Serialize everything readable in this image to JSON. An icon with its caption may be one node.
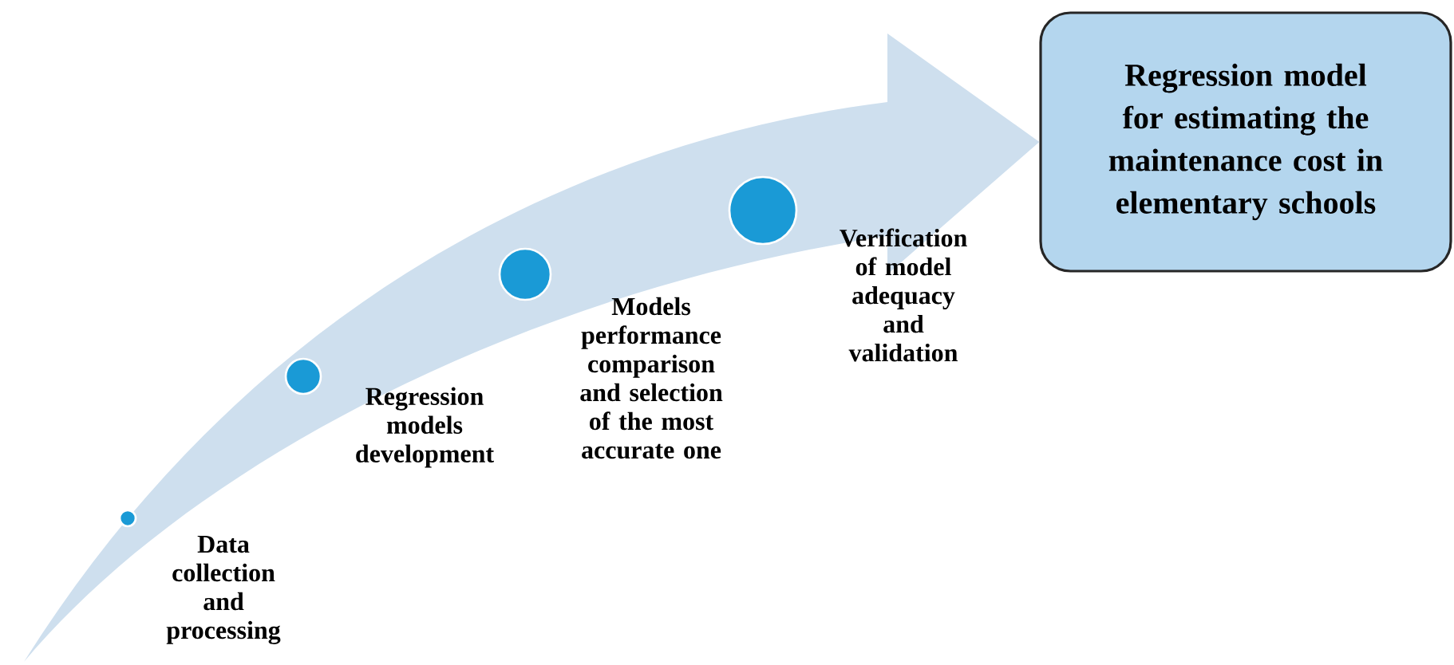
{
  "diagram": {
    "nodes": [
      {
        "text": [],
        "shape": "circle",
        "beside": [
          "Data collection and processing"
        ]
      },
      {
        "text": [],
        "shape": "circle",
        "beside": [
          "Regression models development"
        ]
      },
      {
        "text": [],
        "shape": "circle",
        "beside": [
          "Models performance comparison and selection of the most accurate one"
        ]
      },
      {
        "text": [],
        "shape": "circle",
        "beside": [
          "Verification of model adequacy and validation"
        ]
      },
      {
        "text": [
          "Regression model for estimating the maintenance cost in elementary schools"
        ]
      }
    ],
    "edges": [
      {
        "from": null,
        "to": 4,
        "arrow": "to"
      }
    ]
  }
}
